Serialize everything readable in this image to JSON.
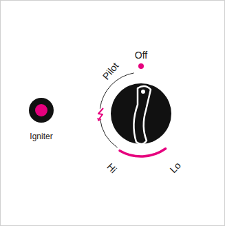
{
  "diagram": {
    "nodes": [
      {
        "text": [
          "Igniter"
        ]
      }
    ],
    "labels": [
      "Off",
      "Pilot",
      "Hi",
      "Lo"
    ]
  }
}
